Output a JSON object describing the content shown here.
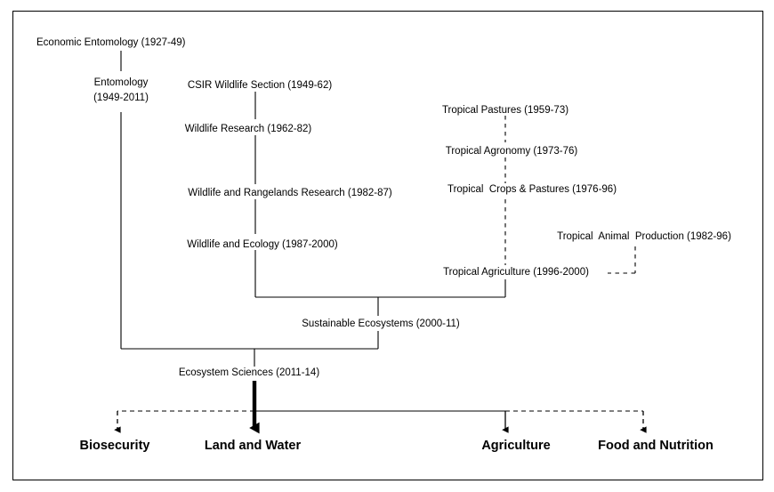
{
  "diagram": {
    "title": "CSIRO ecosystem-related division lineage",
    "frame_color": "#000000",
    "text_color": "#000000"
  },
  "nodes": {
    "economic_entomology": "Economic Entomology (1927-49)",
    "entomology_line1": "Entomology",
    "entomology_line2": "(1949-2011)",
    "csir_wildlife_section": "CSIR Wildlife Section (1949-62)",
    "wildlife_research": "Wildlife Research (1962-82)",
    "wildlife_rangelands": "Wildlife and Rangelands Research (1982-87)",
    "wildlife_ecology": "Wildlife and Ecology (1987-2000)",
    "tropical_pastures": "Tropical Pastures (1959-73)",
    "tropical_agronomy": "Tropical Agronomy (1973-76)",
    "tropical_crops_pastures": "Tropical  Crops & Pastures (1976-96)",
    "tropical_animal_production": "Tropical  Animal  Production (1982-96)",
    "tropical_agriculture": "Tropical Agriculture (1996-2000)",
    "sustainable_ecosystems": "Sustainable Ecosystems (2000-11)",
    "ecosystem_sciences": "Ecosystem Sciences (2011-14)"
  },
  "outcomes": [
    {
      "label": "Biosecurity",
      "arrow": "dashed"
    },
    {
      "label": "Land and Water",
      "arrow": "thick-solid"
    },
    {
      "label": "Agriculture",
      "arrow": "thin-solid"
    },
    {
      "label": "Food and Nutrition",
      "arrow": "dashed"
    }
  ]
}
